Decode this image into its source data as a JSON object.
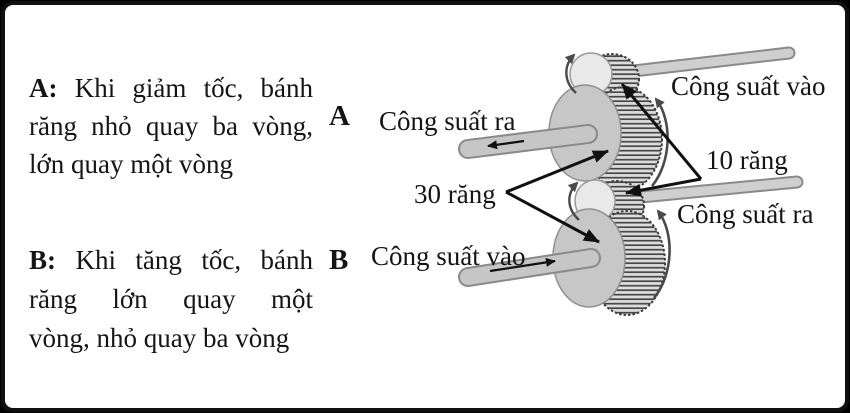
{
  "frame": {
    "background": "#ffffff",
    "border_color": "#101010",
    "outside_color": "#000000"
  },
  "notes": {
    "a": {
      "prefix": "A:",
      "line1_rest": "Khi giảm tốc, bánh",
      "line2": "răng nhỏ quay ba vòng,",
      "line3": "lớn quay một vòng"
    },
    "b": {
      "prefix": "B:",
      "line1_rest": "Khi tăng tốc, bánh",
      "line2": "răng lớn quay một",
      "line3": "vòng, nhỏ quay ba vòng"
    }
  },
  "diagram": {
    "assembly_a": {
      "marker": "A",
      "output_shaft_label": "Công suất ra",
      "input_shaft_label": "Công suất vào"
    },
    "assembly_b": {
      "marker": "B",
      "input_shaft_label": "Công suất vào",
      "output_shaft_label": "Công suất ra"
    },
    "large_gear_label": "30 răng",
    "small_gear_label": "10 răng",
    "colors": {
      "gear_face": "#c7c7c7",
      "small_gear_face": "#e9e9e9",
      "teeth_background": "#dcdcdc",
      "teeth_lines": "#474747",
      "shaft_fill": "#c8c8c8",
      "shaft_outline": "#8a8a8a",
      "pointer_arrow": "#111111",
      "rotation_arrow": "#4a4a4a"
    }
  }
}
